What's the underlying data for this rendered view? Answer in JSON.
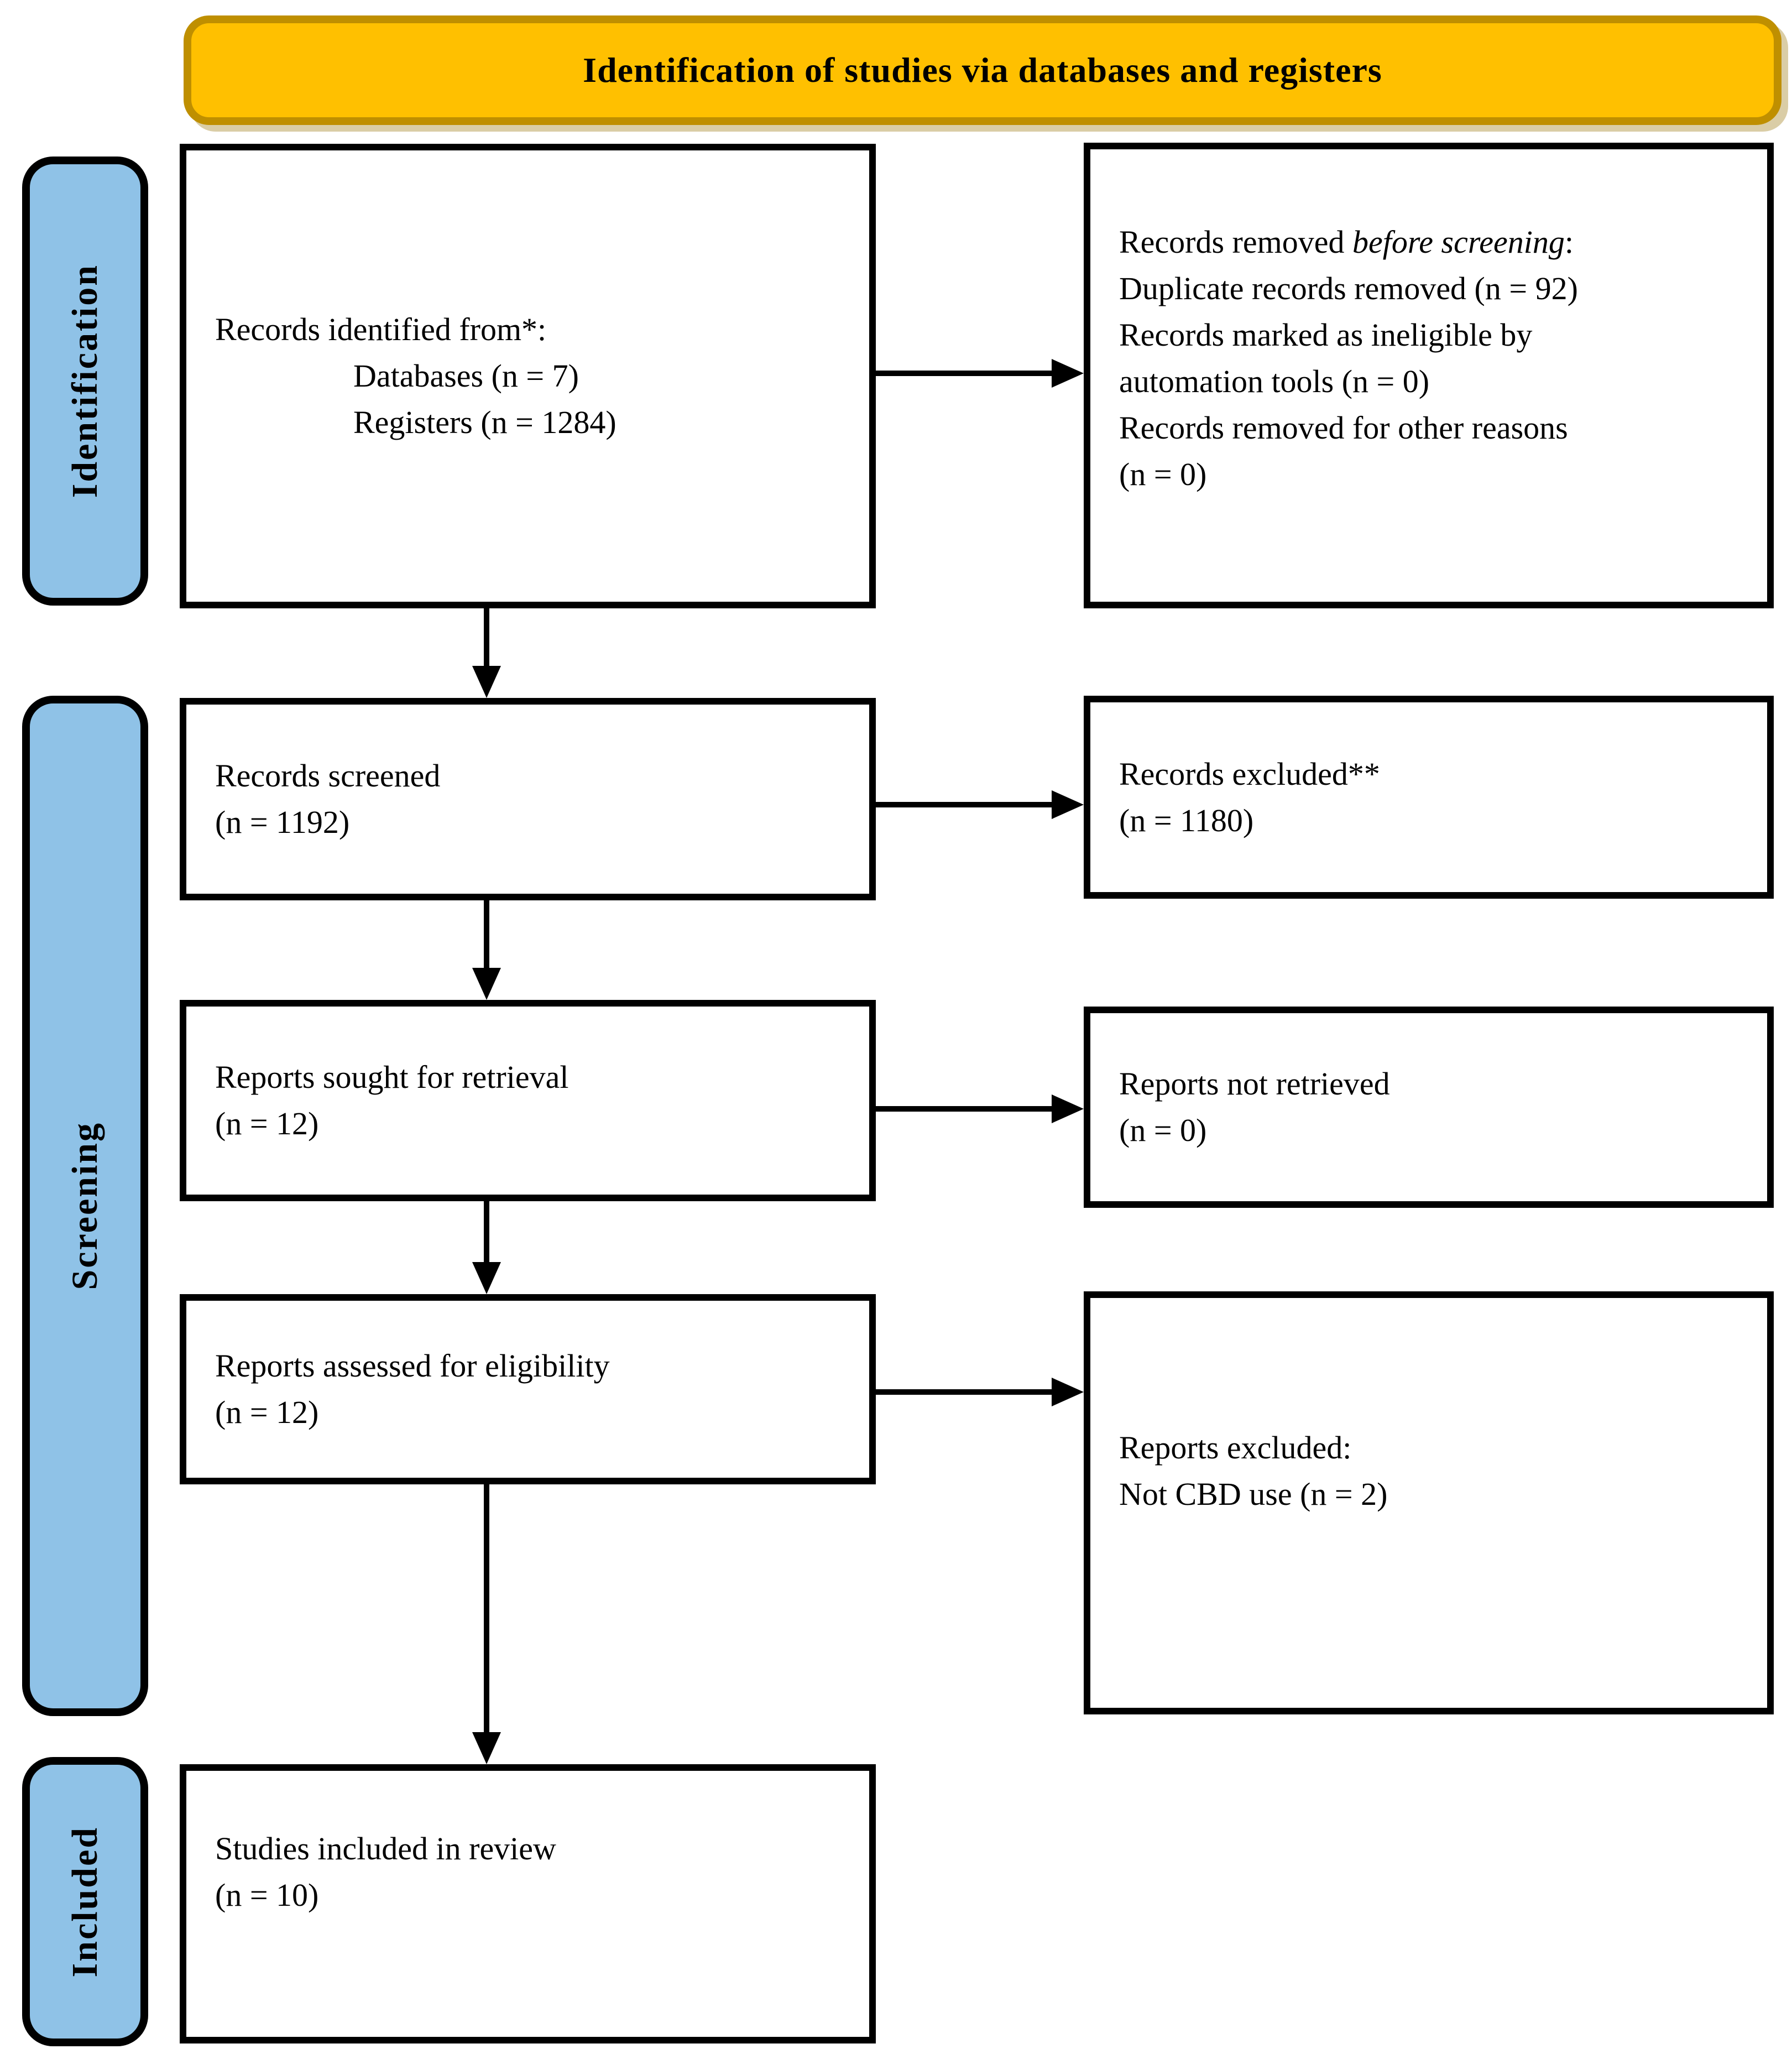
{
  "diagram": {
    "type": "PRISMA 2020 flow diagram",
    "banner_title": "Identification of studies via databases and registers"
  },
  "stages": {
    "identification": "Identification",
    "screening": "Screening",
    "included": "Included"
  },
  "boxes": {
    "identified": {
      "line1": "Records identified from*:",
      "line2": "Databases (n = 7)",
      "line3": "Registers (n = 1284)"
    },
    "removed": {
      "l1_normal": "Records removed ",
      "l1_italic": "before screening",
      "l1_suffix": ":",
      "l2": "Duplicate records removed (n = 92)",
      "l3": "Records marked as ineligible by",
      "l4": "automation tools (n = 0)",
      "l5": "Records removed for other reasons",
      "l6": "(n = 0)"
    },
    "screened": {
      "l1": "Records screened",
      "l2": "(n = 1192)"
    },
    "excluded": {
      "l1": "Records excluded**",
      "l2": "(n = 1180)"
    },
    "sought": {
      "l1": "Reports sought for retrieval",
      "l2": "(n = 12)"
    },
    "not_retrieved": {
      "l1": "Reports not retrieved",
      "l2": "(n = 0)"
    },
    "assessed": {
      "l1": "Reports assessed for eligibility",
      "l2": "(n = 12)"
    },
    "reports_excluded": {
      "l1": "Reports excluded:",
      "l2": "Not CBD use (n = 2)"
    },
    "included_studies": {
      "l1": "Studies included in review",
      "l2": "(n = 10)"
    }
  },
  "colors": {
    "banner_fill": "#FFC000",
    "banner_border": "#BF8F00",
    "stage_fill": "#8FC2E7",
    "stage_border": "#000000",
    "box_border": "#000000",
    "arrow": "#000000"
  }
}
